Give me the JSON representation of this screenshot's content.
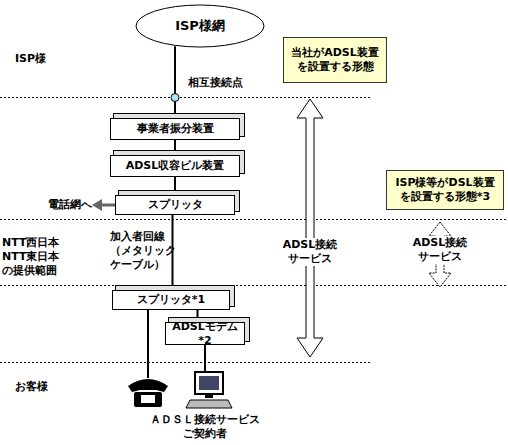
{
  "diagram": {
    "nodes": [
      {
        "text": [
          "ISP様網"
        ]
      },
      {
        "text": [
          "当社がADSL装置 を設置する形態"
        ]
      },
      {
        "text": [
          "事業者振分装置"
        ]
      },
      {
        "text": [
          "ADSL収容ビル装置"
        ]
      },
      {
        "text": [
          "スプリッタ"
        ]
      },
      {
        "text": [
          "ISP様等がDSL装置 を設置する形態*3"
        ]
      },
      {
        "text": [
          "スプリッタ*1"
        ]
      },
      {
        "text": [
          "ADSLモデム*2"
        ]
      }
    ],
    "edges": [
      {
        "from": 0,
        "to": 2,
        "arrow": "none"
      },
      {
        "from": 2,
        "to": 3,
        "arrow": "none"
      },
      {
        "from": 3,
        "to": 4,
        "arrow": "none"
      },
      {
        "from": 4,
        "to": 6,
        "label": "加入者回線 （メタリック ケーブル）",
        "arrow": "none"
      },
      {
        "from": 6,
        "to": 7,
        "arrow": "none"
      }
    ],
    "labels": [
      "ISP様",
      "相互接続点",
      "電話網へ",
      "NTT西日本 NTT東日本 の提供範囲",
      "ADSL接続 サービス",
      "ADSL接続 サービス",
      "お客様",
      "ＡＤＳＬ接続サービス ご契約者"
    ]
  }
}
